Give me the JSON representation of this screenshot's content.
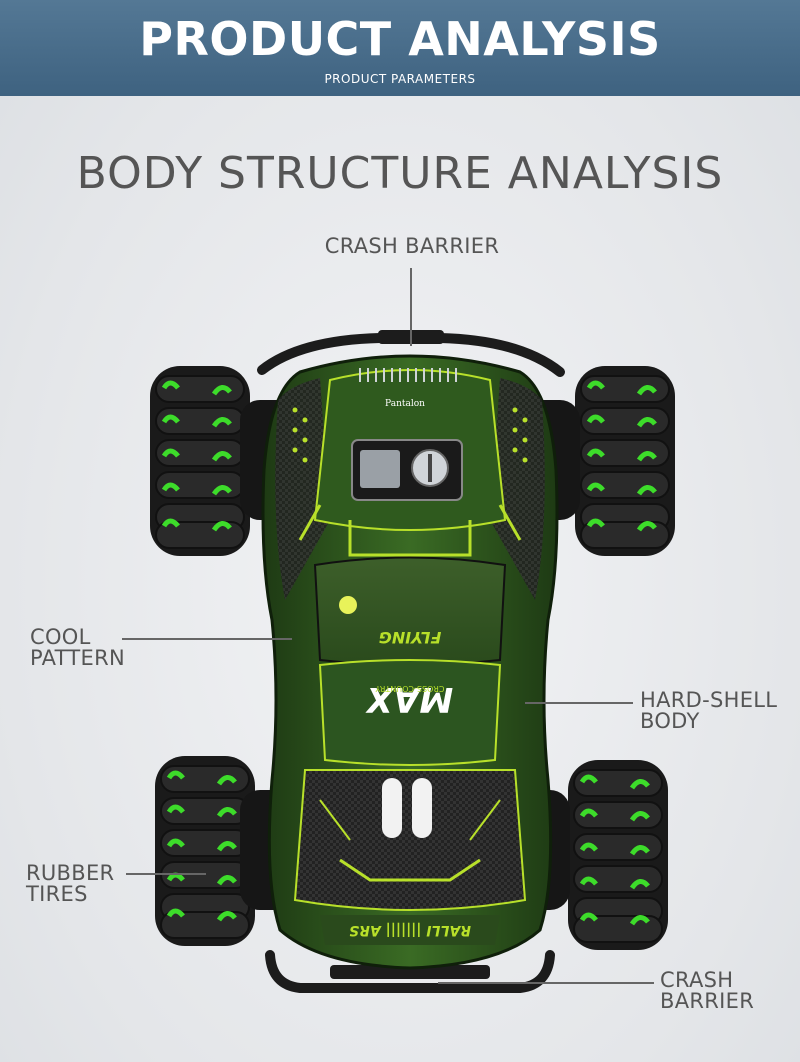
{
  "header": {
    "title": "PRODUCT ANALYSIS",
    "subtitle": "PRODUCT PARAMETERS"
  },
  "section": {
    "title": "BODY STRUCTURE ANALYSIS"
  },
  "callouts": {
    "crash_barrier_top": "CRASH BARRIER",
    "cool_pattern": [
      "COOL",
      "PATTERN"
    ],
    "hard_shell_body": [
      "HARD-SHELL",
      "BODY"
    ],
    "rubber_tires": [
      "RUBBER",
      "TIRES"
    ],
    "crash_barrier_bottom": [
      "CRASH",
      "BARRIER"
    ]
  },
  "car_decals": {
    "brand": "Pantalon",
    "model": "MAX",
    "model_sub": "CROSS-COUNTRY",
    "flying": "FLYING",
    "rally": "RALLI",
    "ars": "ARS"
  },
  "colors": {
    "banner": "#4a6e8c",
    "body_green": "#2e5a1f",
    "accent_lime": "#b8e02a",
    "wheel_green": "#3ddc2a",
    "text_gray": "#555555"
  }
}
